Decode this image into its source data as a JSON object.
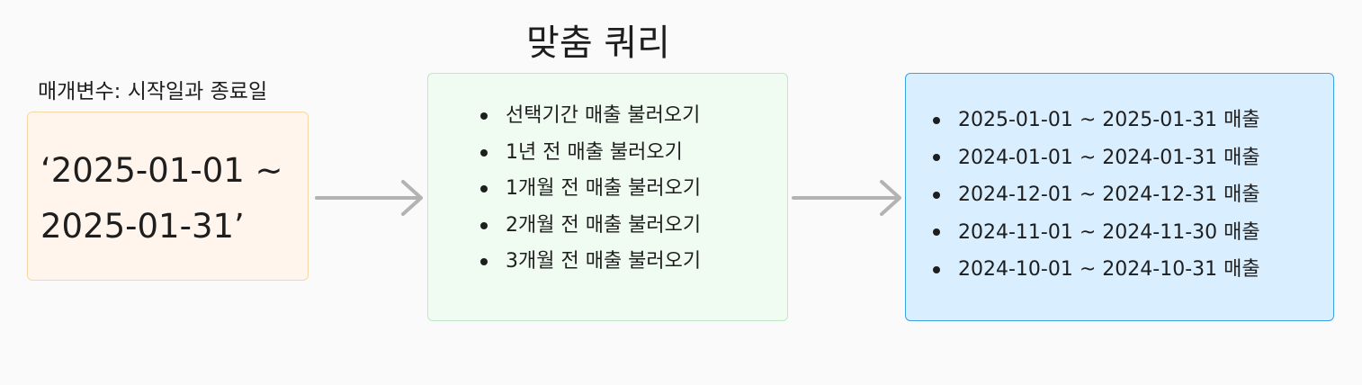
{
  "title": "맞춤 쿼리",
  "parameter": {
    "label": "매개변수: 시작일과 종료일",
    "value": "‘2025-01-01 ~\n2025-01-31’"
  },
  "query": {
    "items": [
      "선택기간 매출 불러오기",
      "1년 전 매출 불러오기",
      "1개월 전 매출 불러오기",
      "2개월 전 매출 불러오기",
      "3개월 전 매출 불러오기"
    ]
  },
  "results": {
    "items": [
      "2025-01-01 ~ 2025-01-31 매출",
      "2024-01-01 ~ 2024-01-31 매출",
      "2024-12-01 ~ 2024-12-31 매출",
      "2024-11-01 ~ 2024-11-30 매출",
      "2024-10-01 ~ 2024-10-31 매출"
    ]
  },
  "colors": {
    "parameter_fill": "#fff5ec",
    "parameter_border": "#f7d7a6",
    "query_fill": "#f0fbf2",
    "query_border": "#bfe8c6",
    "result_fill": "#d9eefe",
    "result_border": "#3aa3e6",
    "arrow": "#b3b3b3"
  }
}
